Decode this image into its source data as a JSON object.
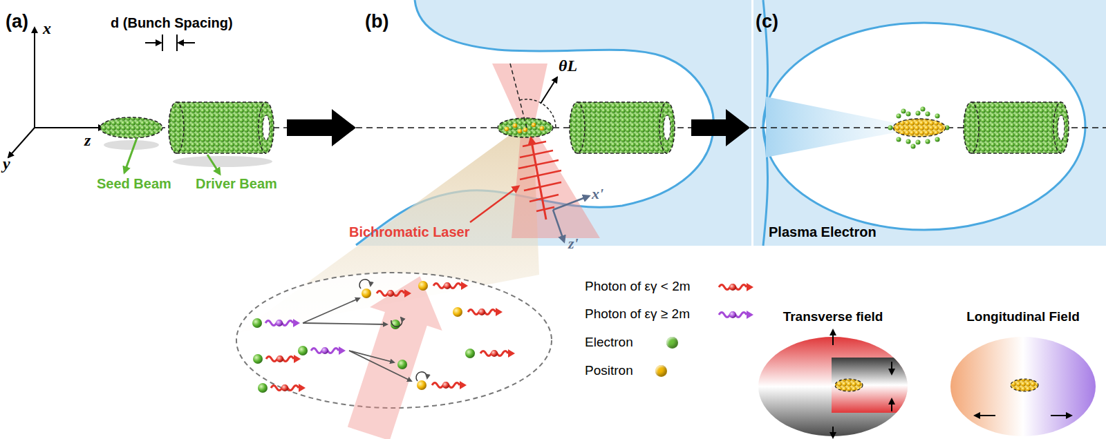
{
  "diagram": {
    "labels": [
      "(a)",
      "d (Bunch Spacing)",
      "x",
      "z",
      "y",
      "Seed Beam",
      "Driver Beam",
      "(b)",
      "θL",
      "Bichromatic Laser",
      "x'",
      "z'",
      "(c)",
      "Plasma Electron",
      "Transverse field",
      "Longitudinal Field"
    ],
    "legend": [
      {
        "text": "Photon of εγ < 2m"
      },
      {
        "text": "Photon of εγ ≥ 2m"
      },
      {
        "text": "Electron",
        "color": "#6abf3a"
      },
      {
        "text": "Positron",
        "color": "#f2b705"
      }
    ]
  }
}
